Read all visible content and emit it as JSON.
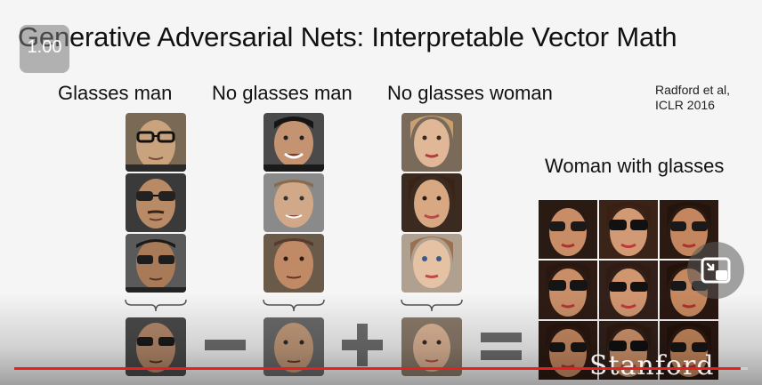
{
  "slide": {
    "title": "Generative Adversarial Nets: Interpretable Vector Math",
    "citation_line1": "Radford et al,",
    "citation_line2": "ICLR 2016",
    "labels": {
      "glasses_man": "Glasses man",
      "no_glasses_man": "No glasses man",
      "no_glasses_woman": "No glasses woman",
      "woman_with_glasses": "Woman with glasses"
    },
    "watermark": "Stanford"
  },
  "player": {
    "speed": "1.00",
    "progress_fraction": 0.99
  },
  "colors": {
    "progress": "#e52020",
    "operator": "#6e6e6e"
  },
  "icons": {
    "pip": "picture-in-picture-icon"
  }
}
